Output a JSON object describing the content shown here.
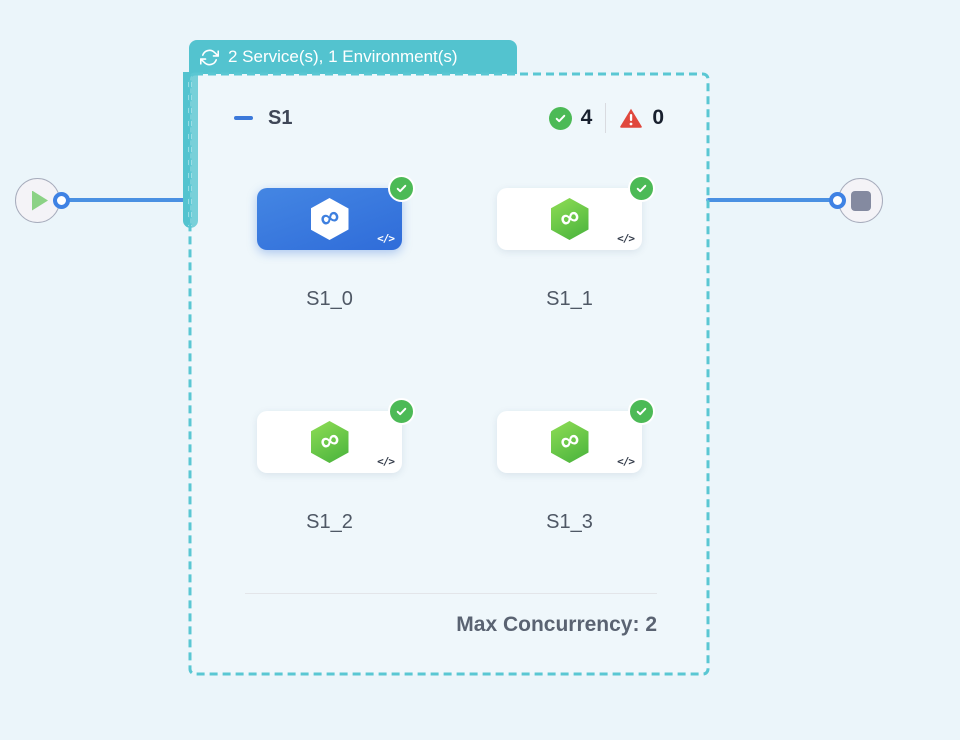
{
  "tab": {
    "label": "2 Service(s), 1 Environment(s)",
    "icon": "sync-icon",
    "color": "#53c3cf"
  },
  "group": {
    "title": "S1",
    "success_count": "4",
    "error_count": "0",
    "footer_label": "Max Concurrency: 2",
    "border_color": "#5ac7d3",
    "services": [
      {
        "name": "S1_0",
        "selected": true,
        "status": "success"
      },
      {
        "name": "S1_1",
        "selected": false,
        "status": "success"
      },
      {
        "name": "S1_2",
        "selected": false,
        "status": "success"
      },
      {
        "name": "S1_3",
        "selected": false,
        "status": "success"
      }
    ]
  },
  "icons": {
    "infinity": "∞",
    "code": "</>"
  },
  "nodes": {
    "start": {
      "icon": "play-icon"
    },
    "end": {
      "icon": "stop-icon"
    }
  },
  "colors": {
    "background": "#ebf5fa",
    "edge_blue": "#4a90e2",
    "success_green": "#4cba56",
    "error_red": "#e0483d",
    "selected_card_blue": "#3a7de0",
    "service_green": "#5bc043"
  }
}
